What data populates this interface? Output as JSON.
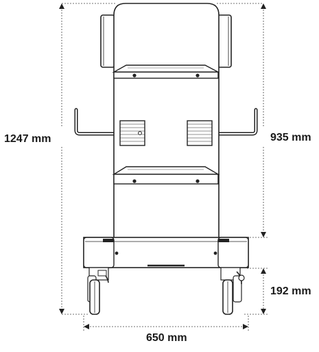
{
  "dimensions": {
    "total_height": "1247 mm",
    "frame_height": "935 mm",
    "base_height": "192 mm",
    "width": "650 mm"
  }
}
